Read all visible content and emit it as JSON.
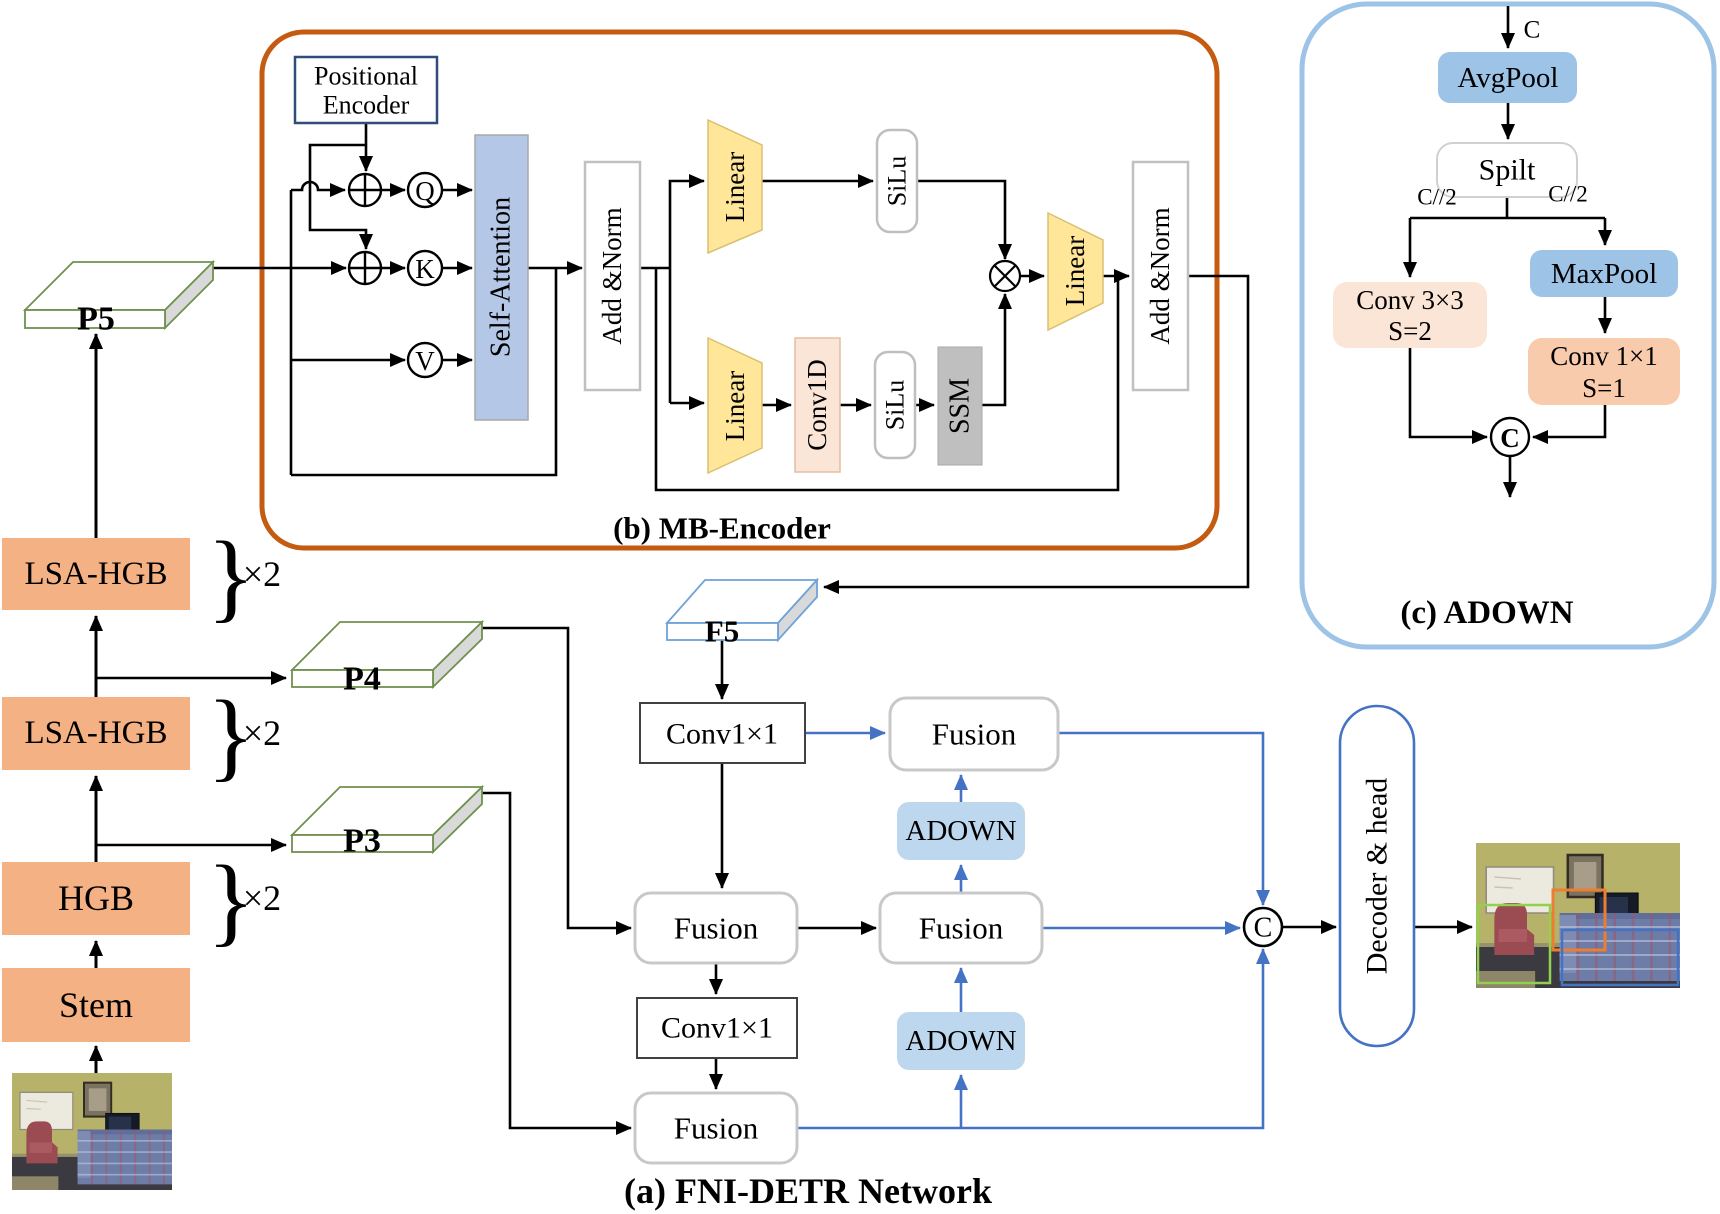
{
  "figure": {
    "panel_a": {
      "title": "(a)  FNI-DETR  Network",
      "backbone": {
        "stem": "Stem",
        "hgb": "HGB",
        "lsa_hgb_lower": "LSA-HGB",
        "lsa_hgb_upper": "LSA-HGB",
        "repeat": "×2",
        "brace": "}"
      },
      "features": {
        "p3": "P3",
        "p4": "P4",
        "p5": "P5",
        "f5": "F5"
      },
      "conv1x1_upper": "Conv1×1",
      "conv1x1_lower": "Conv1×1",
      "fusion_top": "Fusion",
      "fusion_mid_left": "Fusion",
      "fusion_mid_right": "Fusion",
      "fusion_bottom": "Fusion",
      "adown_upper": "ADOWN",
      "adown_lower": "ADOWN",
      "concat_label": "C",
      "decoder_head": "Decoder & head"
    },
    "panel_b": {
      "title": "(b)  MB-Encoder",
      "positional_encoder": {
        "line1": "Positional",
        "line2": "Encoder"
      },
      "q_label": "Q",
      "k_label": "K",
      "v_label": "V",
      "self_attention": "Self-Attention",
      "add_norm_first": "Add &Norm",
      "add_norm_second": "Add &Norm",
      "linear_top": "Linear",
      "linear_bottom": "Linear",
      "linear_output": "Linear",
      "conv1d": "Conv1D",
      "silu_top": "SiLu",
      "silu_bottom": "SiLu",
      "ssm": "SSM"
    },
    "panel_c": {
      "title": "(c)  ADOWN",
      "input_channels_label": "C",
      "avgpool": "AvgPool",
      "split": "Spilt",
      "channels_half_left": "C//2",
      "channels_half_right": "C//2",
      "maxpool": "MaxPool",
      "conv3x3": {
        "line1": "Conv 3×3",
        "line2": "S=2"
      },
      "conv1x1": {
        "line1": "Conv 1×1",
        "line2": "S=1"
      },
      "concat_label": "C"
    },
    "colors": {
      "encoder_border_orange": "#C55A11",
      "adown_panel_border_blue": "#9DC3E6",
      "backbone_block_fill": "#F4B183",
      "linear_fill": "#FFE699",
      "conv_light_fill": "#FBE5D6",
      "conv_fill": "#F8CBAD",
      "pool_fill": "#9DC3E6",
      "adown_block_fill": "#BDD7EE",
      "self_attention_fill": "#B4C7E7",
      "ssm_fill": "#BFBFBF",
      "wire_blue": "#4472C4",
      "bbox_green": "#92D050",
      "bbox_orange": "#ED7D31",
      "bbox_blue": "#4472C4",
      "slab_green_edge": "#70904E",
      "slab_blue_edge": "#6FA3D8"
    }
  }
}
